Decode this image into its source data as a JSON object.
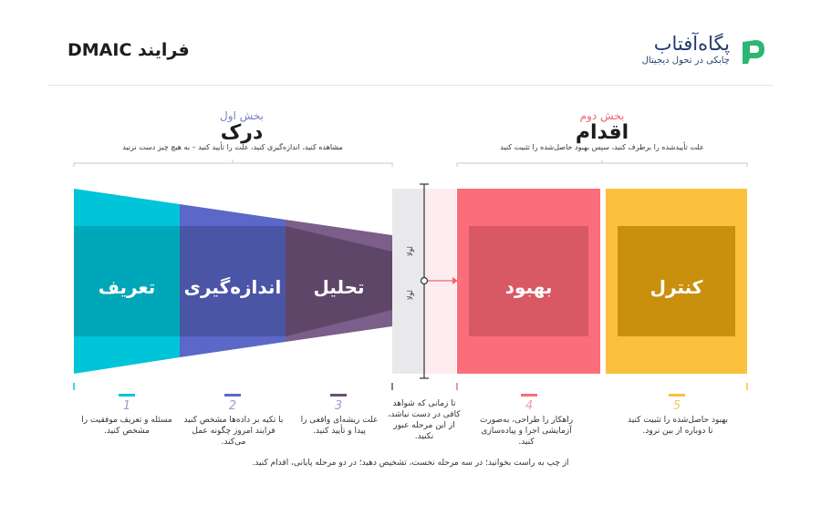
{
  "page_title": "فرایند DMAIC",
  "brand": {
    "name": "پگاه‌آفتاب",
    "tagline": "چابکی در تحول دیجیتال",
    "icon": "brand-logo-icon",
    "color": "#2bb673"
  },
  "sections": {
    "understand": {
      "label": "بخش اول",
      "title": "درک",
      "description": "مشاهده کنید، اندازه‌گیری کنید، علت را تأیید کنید – به هیچ چیز دست نزنید",
      "label_color": "#7b7fc4"
    },
    "act": {
      "label": "بخش دوم",
      "title": "اقدام",
      "description": "علت تأییدشده را برطرف کنید، سپس بهبود حاصل‌شده را تثبیت کنید",
      "label_color": "#f0656f"
    }
  },
  "stages": [
    {
      "number": "1",
      "name": "تعریف",
      "color": "#00c4d8",
      "description": "مسئله و تعریف موفقیت را مشخص کنید."
    },
    {
      "number": "2",
      "name": "اندازه‌گیری",
      "color": "#5b68c8",
      "description": "با تکیه بر داده‌ها مشخص کنید فرایند امروز چگونه عمل می‌کند."
    },
    {
      "number": "3",
      "name": "تحلیل",
      "color": "#6a4e78",
      "description": "علت ریشه‌ای واقعی را پیدا و تأیید کنید."
    },
    {
      "number": "4",
      "name": "بهبود",
      "color": "#fb6d7a",
      "description": "راهکار را طراحی، به‌صورت آزمایشی اجرا و پیاده‌سازی کنید."
    },
    {
      "number": "5",
      "name": "کنترل",
      "color": "#fbc03d",
      "description": "بهبود حاصل‌شده را تثبیت کنید تا دوباره از بین نرود."
    }
  ],
  "gate": {
    "label_top": "لولا",
    "label_bottom": "لولا",
    "note": "تا زمانی که شواهد کافی در دست نباشد، از این مرحله عبور نکنید."
  },
  "footer": "از چپ به راست بخوانید؛ در سه مرحله نخست، تشخیص دهید؛ در دو مرحله پایانی، اقدام کنید."
}
